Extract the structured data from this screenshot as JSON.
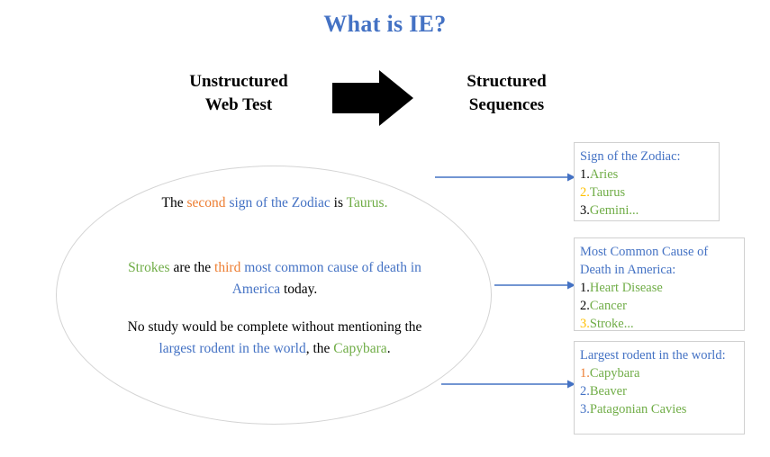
{
  "title": "What is IE?",
  "colors": {
    "blue": "#4472C4",
    "orange": "#ED7D31",
    "green": "#70AD47",
    "gold": "#FFC000",
    "black": "#000000",
    "outline": "#d0d0d0"
  },
  "header": {
    "left_label": "Unstructured\nWeb Test",
    "left_label_line1": "Unstructured",
    "left_label_line2": "Web Test",
    "right_label_line1": "Structured",
    "right_label_line2": "Sequences",
    "arrow_icon": "right-block-arrow"
  },
  "source_text": {
    "sentences": [
      {
        "id": "zodiac",
        "parts": [
          {
            "text": "The ",
            "color": "black"
          },
          {
            "text": "second ",
            "color": "orange"
          },
          {
            "text": "sign of the Zodiac ",
            "color": "blue"
          },
          {
            "text": "is ",
            "color": "black"
          },
          {
            "text": "Taurus.",
            "color": "green"
          }
        ]
      },
      {
        "id": "death",
        "parts": [
          {
            "text": "Strokes ",
            "color": "green"
          },
          {
            "text": "are the ",
            "color": "black"
          },
          {
            "text": "third ",
            "color": "orange"
          },
          {
            "text": "most common cause of death in America ",
            "color": "blue"
          },
          {
            "text": "today.",
            "color": "black"
          }
        ]
      },
      {
        "id": "rodent",
        "parts": [
          {
            "text": "No study would be complete without mentioning the ",
            "color": "black"
          },
          {
            "text": "largest rodent in the world",
            "color": "blue"
          },
          {
            "text": ", the ",
            "color": "black"
          },
          {
            "text": "Capybara",
            "color": "green"
          },
          {
            "text": ".",
            "color": "black"
          }
        ]
      }
    ]
  },
  "output_boxes": [
    {
      "id": "zodiac-box",
      "header": "Sign of the Zodiac:",
      "items": [
        {
          "number": "1.",
          "number_color": "black",
          "label": "Aries",
          "label_color": "green"
        },
        {
          "number": "2.",
          "number_color": "gold",
          "label": "Taurus",
          "label_color": "green"
        },
        {
          "number": "3.",
          "number_color": "black",
          "label": "Gemini...",
          "label_color": "green"
        }
      ]
    },
    {
      "id": "death-box",
      "header": "Most Common Cause of Death in America:",
      "items": [
        {
          "number": "1.",
          "number_color": "black",
          "label": "Heart Disease",
          "label_color": "green"
        },
        {
          "number": "2.",
          "number_color": "black",
          "label": "Cancer",
          "label_color": "green"
        },
        {
          "number": "3.",
          "number_color": "gold",
          "label": "Stroke...",
          "label_color": "green"
        }
      ]
    },
    {
      "id": "rodent-box",
      "header": "Largest rodent in the world:",
      "items": [
        {
          "number": "1.",
          "number_color": "orange",
          "label": "Capybara",
          "label_color": "green"
        },
        {
          "number": "2.",
          "number_color": "blue",
          "label": "Beaver",
          "label_color": "green"
        },
        {
          "number": "3.",
          "number_color": "blue",
          "label": "Patagonian Cavies",
          "label_color": "green"
        }
      ]
    }
  ],
  "connectors": [
    {
      "id": "connector-zodiac",
      "icon": "arrow-right-icon"
    },
    {
      "id": "connector-death",
      "icon": "arrow-right-icon"
    },
    {
      "id": "connector-rodent",
      "icon": "arrow-right-icon"
    }
  ]
}
